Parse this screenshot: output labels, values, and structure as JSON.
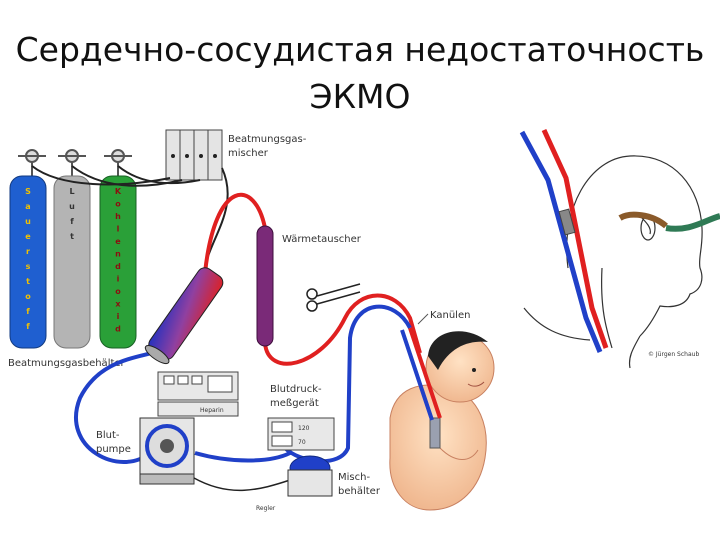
{
  "slide": {
    "title_line1": "Сердечно-сосудистая недостаточность",
    "title_line2": "ЭКМО"
  },
  "diagram": {
    "labels": {
      "gas_mixer_1": "Beatmungsgas-",
      "gas_mixer_2": "mischer",
      "heat_exchanger": "Wärmetauscher",
      "cannulas": "Kanülen",
      "gas_tanks": "Beatmungsgasbehälter",
      "bp_1": "Blutdruck-",
      "bp_2": "meßgerät",
      "pump_1": "Blut-",
      "pump_2": "pumpe",
      "mix_1": "Misch-",
      "mix_2": "behälter",
      "regler": "Regler",
      "heparin": "Heparin",
      "bp_val_1": "120",
      "bp_val_2": "70",
      "credit": "© Jürgen Schaub"
    },
    "cylinders": [
      {
        "letters": [
          "S",
          "a",
          "u",
          "e",
          "r",
          "s",
          "t",
          "o",
          "f",
          "f"
        ],
        "color": "#1f5fd0",
        "text_color": "#f2c200"
      },
      {
        "letters": [
          "L",
          "u",
          "f",
          "t"
        ],
        "color": "#b4b4b4",
        "text_color": "#333333"
      },
      {
        "letters": [
          "K",
          "o",
          "h",
          "l",
          "e",
          "n",
          "d",
          "i",
          "o",
          "x",
          "i",
          "d"
        ],
        "color": "#2aa038",
        "text_color": "#8a1010"
      }
    ],
    "colors": {
      "arterial": "#e02020",
      "venous": "#2040c8",
      "oxygenator_blue": "#2030c0",
      "heat_exchanger": "#7a2a78",
      "face_tube": "#2f7a55",
      "nose_tube": "#8a5a2a"
    }
  }
}
